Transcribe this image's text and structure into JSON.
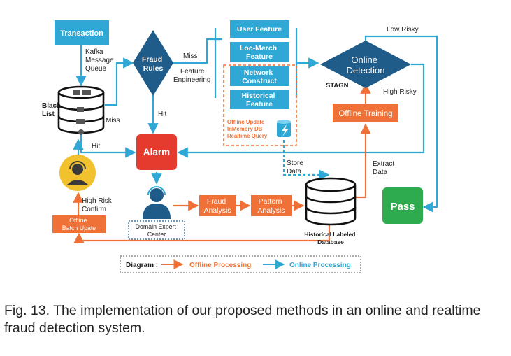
{
  "colors": {
    "online": "#2fa8d5",
    "offline": "#f07137",
    "navy": "#1f5c8a",
    "alarm_red": "#e53b2f",
    "pass_green": "#2eab4e",
    "agent_yellow": "#f2c12e",
    "text": "#222222"
  },
  "nodes": {
    "transaction": "Transaction",
    "fraud_rules": [
      "Fraud",
      "Rules"
    ],
    "user_feature": "User Feature",
    "loc_merch_feature": [
      "Loc-Merch",
      "Feature"
    ],
    "network_construct": [
      "Network",
      "Construct"
    ],
    "historical_feature": [
      "Historical",
      "Feature"
    ],
    "online_detection": [
      "Online",
      "Detection"
    ],
    "offline_training": "Offline Training",
    "alarm": "Alarm",
    "pass": "Pass",
    "fraud_analysis": [
      "Fraud",
      "Analysis"
    ],
    "pattern_analysis": [
      "Pattern",
      "Analysis"
    ],
    "offline_batch_update": [
      "Offline",
      "Batch Upate"
    ],
    "domain_expert_center": [
      "Domain Expert",
      "Center"
    ],
    "historical_labeled_database": [
      "Historical Labeled",
      "Database"
    ],
    "black_list": [
      "Black",
      "List"
    ],
    "stagn": "STAGN",
    "offline_update_note": [
      "Offline Update",
      "InMemory DB",
      "Realtime Query"
    ]
  },
  "edge_labels": {
    "kafka": [
      "Kafka",
      "Message",
      "Queue"
    ],
    "miss_rules": "Miss",
    "feature_engineering": [
      "Feature",
      "Engineering"
    ],
    "hit_rules": "Hit",
    "miss_blacklist": "Miss",
    "hit_blacklist": "Hit",
    "low_risky": "Low Risky",
    "high_risky": "High Risky",
    "store_data": [
      "Store",
      "Data"
    ],
    "extract_data": [
      "Extract",
      "Data"
    ],
    "high_risk_confirm": [
      "High Risk",
      "Confirm"
    ]
  },
  "legend": {
    "title": "Diagram :",
    "offline": "Offline Processing",
    "online": "Online Processing"
  },
  "caption": "Fig. 13. The implementation of our proposed methods in an online and realtime fraud detection system."
}
